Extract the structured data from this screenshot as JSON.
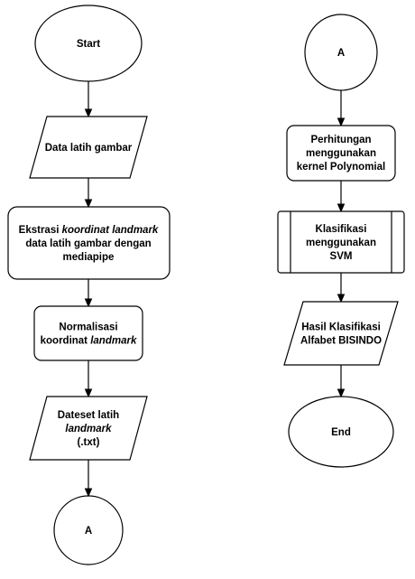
{
  "diagram": {
    "nodes": {
      "start": {
        "lines": [
          [
            {
              "t": "Start"
            }
          ]
        ]
      },
      "data_latih": {
        "lines": [
          [
            {
              "t": "Data latih gambar"
            }
          ]
        ]
      },
      "ekstrasi": {
        "lines": [
          [
            {
              "t": "Ekstrasi "
            },
            {
              "t": "koordinat landmark",
              "i": true
            }
          ],
          [
            {
              "t": "data latih gambar dengan"
            }
          ],
          [
            {
              "t": "mediapipe"
            }
          ]
        ]
      },
      "normalisasi": {
        "lines": [
          [
            {
              "t": "Normalisasi"
            }
          ],
          [
            {
              "t": "koordinat "
            },
            {
              "t": "landmark",
              "i": true
            }
          ]
        ]
      },
      "dataset": {
        "lines": [
          [
            {
              "t": "Dateset latih"
            }
          ],
          [
            {
              "t": "landmark",
              "i": true
            }
          ],
          [
            {
              "t": "(.txt)"
            }
          ]
        ]
      },
      "conn_a_left": {
        "lines": [
          [
            {
              "t": "A"
            }
          ]
        ]
      },
      "conn_a_right": {
        "lines": [
          [
            {
              "t": "A"
            }
          ]
        ]
      },
      "perhitungan": {
        "lines": [
          [
            {
              "t": "Perhitungan"
            }
          ],
          [
            {
              "t": "menggunakan"
            }
          ],
          [
            {
              "t": "kernel Polynomial"
            }
          ]
        ]
      },
      "klasifikasi": {
        "lines": [
          [
            {
              "t": "Klasifikasi"
            }
          ],
          [
            {
              "t": "menggunakan"
            }
          ],
          [
            {
              "t": "SVM"
            }
          ]
        ]
      },
      "hasil": {
        "lines": [
          [
            {
              "t": "Hasil Klasifikasi"
            }
          ],
          [
            {
              "t": "Alfabet BISINDO"
            }
          ]
        ]
      },
      "end": {
        "lines": [
          [
            {
              "t": "End"
            }
          ]
        ]
      }
    }
  }
}
